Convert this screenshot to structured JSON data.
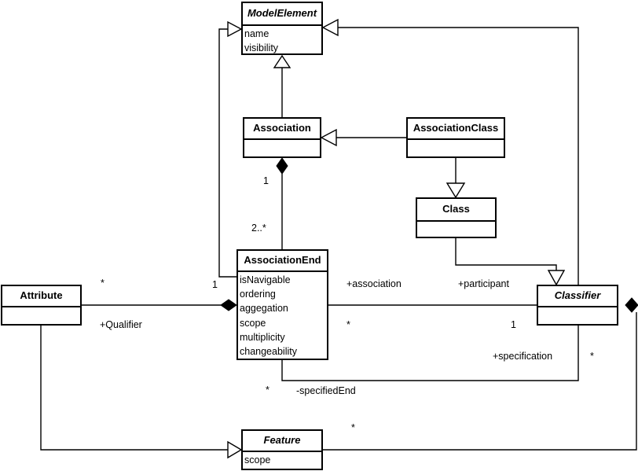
{
  "classes": {
    "model_element": {
      "name": "ModelElement",
      "attributes": [
        "name",
        "visibility"
      ]
    },
    "association": {
      "name": "Association"
    },
    "association_class": {
      "name": "AssociationClass"
    },
    "class": {
      "name": "Class"
    },
    "association_end": {
      "name": "AssociationEnd",
      "attributes": [
        "isNavigable",
        "ordering",
        "aggegation",
        "scope",
        "multiplicity",
        "changeability"
      ]
    },
    "attribute": {
      "name": "Attribute"
    },
    "classifier": {
      "name": "Classifier"
    },
    "feature": {
      "name": "Feature",
      "attributes": [
        "scope"
      ]
    }
  },
  "labels": {
    "assoc_mult_1": "1",
    "assoc_mult_2": "2..*",
    "attr_star": "*",
    "end_one": "1",
    "association_role": "+association",
    "participant_role": "+participant",
    "qualifier_role": "+Qualifier",
    "end_star": "*",
    "classifier_one": "1",
    "specification_role": "+specification",
    "spec_star": "*",
    "specified_star": "*",
    "specified_end_role": "-specifiedEnd",
    "feature_star": "*"
  }
}
